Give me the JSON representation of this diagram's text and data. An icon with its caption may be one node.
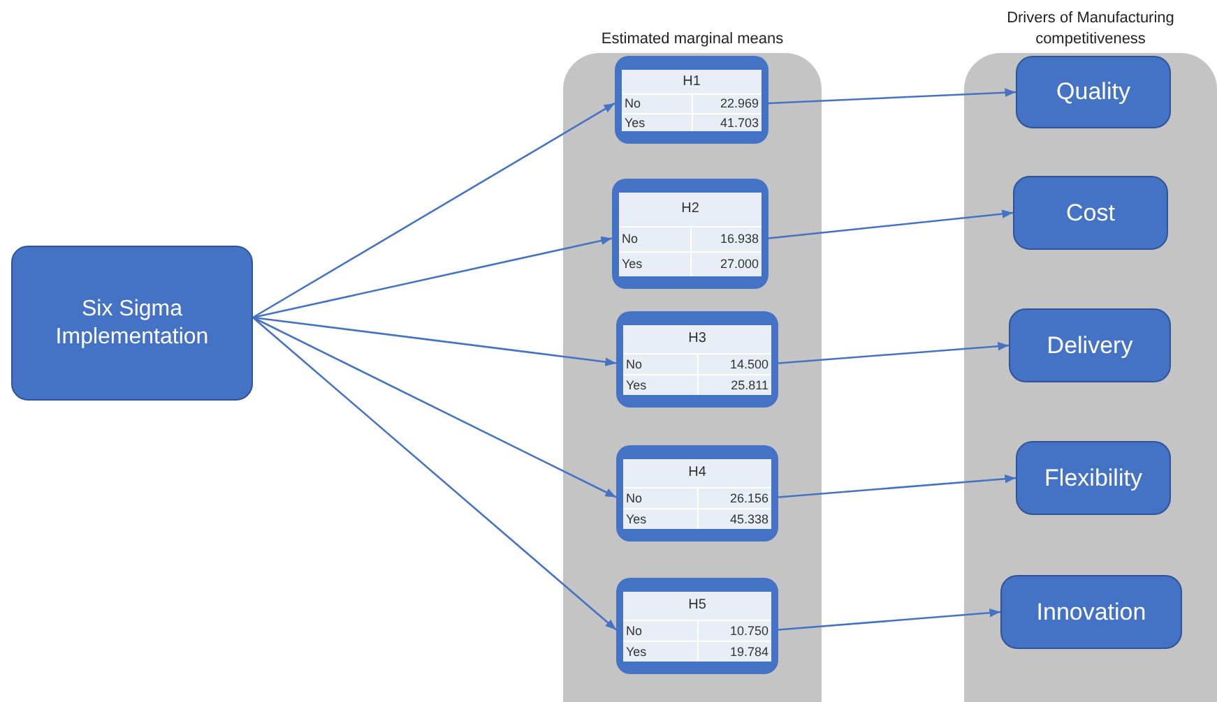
{
  "diagram": {
    "nodes": [
      {
        "text": [
          "Six Sigma Implementation"
        ]
      },
      {
        "text": [
          "Estimated marginal means"
        ]
      },
      {
        "text": [
          "H1",
          "No",
          "22.969",
          "Yes",
          "41.703"
        ],
        "in": 1
      },
      {
        "text": [
          "H2",
          "No",
          "16.938",
          "Yes",
          "27.000"
        ],
        "in": 1
      },
      {
        "text": [
          "H3",
          "No",
          "14.500",
          "Yes",
          "25.811"
        ],
        "in": 1
      },
      {
        "text": [
          "H4",
          "No",
          "26.156",
          "Yes",
          "45.338"
        ],
        "in": 1
      },
      {
        "text": [
          "H5",
          "No",
          "10.750",
          "Yes",
          "19.784"
        ],
        "in": 1
      },
      {
        "text": [
          "Drivers of Manufacturing competitiveness"
        ]
      },
      {
        "text": [
          "Quality"
        ],
        "in": 7
      },
      {
        "text": [
          "Cost"
        ],
        "in": 7
      },
      {
        "text": [
          "Delivery"
        ],
        "in": 7
      },
      {
        "text": [
          "Flexibility"
        ],
        "in": 7
      },
      {
        "text": [
          "Innovation"
        ],
        "in": 7
      }
    ],
    "edges": [
      {
        "from": 0,
        "to": 2,
        "arrow": "to"
      },
      {
        "from": 0,
        "to": 3,
        "arrow": "to"
      },
      {
        "from": 0,
        "to": 4,
        "arrow": "to"
      },
      {
        "from": 0,
        "to": 5,
        "arrow": "to"
      },
      {
        "from": 0,
        "to": 6,
        "arrow": "to"
      },
      {
        "from": 2,
        "to": 8,
        "arrow": "to"
      },
      {
        "from": 3,
        "to": 9,
        "arrow": "to"
      },
      {
        "from": 4,
        "to": 10,
        "arrow": "to"
      },
      {
        "from": 5,
        "to": 11,
        "arrow": "to"
      },
      {
        "from": 6,
        "to": 12,
        "arrow": "to"
      }
    ]
  }
}
